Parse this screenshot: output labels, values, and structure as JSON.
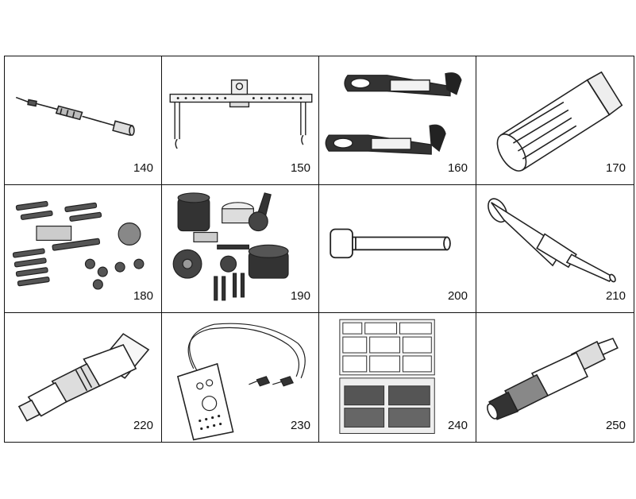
{
  "items": [
    {
      "number": "140",
      "icon": "probe-tool-icon"
    },
    {
      "number": "150",
      "icon": "lifting-beam-icon"
    },
    {
      "number": "160",
      "icon": "bracket-tool-icon"
    },
    {
      "number": "170",
      "icon": "spline-socket-icon"
    },
    {
      "number": "180",
      "icon": "stud-kit-icon"
    },
    {
      "number": "190",
      "icon": "puller-set-icon"
    },
    {
      "number": "200",
      "icon": "drift-pin-icon"
    },
    {
      "number": "210",
      "icon": "pilot-tool-icon"
    },
    {
      "number": "220",
      "icon": "spline-shaft-icon"
    },
    {
      "number": "230",
      "icon": "test-box-icon"
    },
    {
      "number": "240",
      "icon": "parts-organizer-icon"
    },
    {
      "number": "250",
      "icon": "adapter-tool-icon"
    }
  ]
}
